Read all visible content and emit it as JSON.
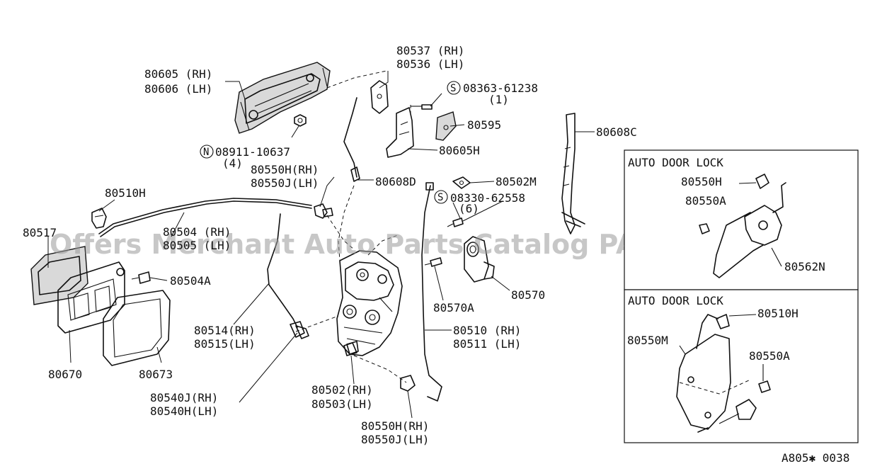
{
  "diagram_id": "A805✱ 0038",
  "watermark": "Offers Merchant Auto Parts Catalog PARTSTORE.SA",
  "labels": {
    "p80605_rh": "80605 (RH)",
    "p80606_lh": "80606 (LH)",
    "p80537_rh": "80537 (RH)",
    "p80536_lh": "80536 (LH)",
    "screw1_code": "08363-61238",
    "screw1_qty": "(1)",
    "p80595": "80595",
    "p80605h": "80605H",
    "p80608c": "80608C",
    "nut_code": "08911-10637",
    "nut_qty": "(4)",
    "p80550h_rh": "80550H(RH)",
    "p80550j_lh": "80550J(LH)",
    "p80608d": "80608D",
    "p80502m": "80502M",
    "screw2_code": "08330-62558",
    "screw2_qty": "(6)",
    "p80510h": "80510H",
    "p80517": "80517",
    "p80504_rh": "80504 (RH)",
    "p80505_lh": "80505 (LH)",
    "p80504a": "80504A",
    "p80570": "80570",
    "p80570a": "80570A",
    "p80514_rh": "80514(RH)",
    "p80515_lh": "80515(LH)",
    "p80510_rh": "80510 (RH)",
    "p80511_lh": "80511 (LH)",
    "p80670": "80670",
    "p80673": "80673",
    "p80540j_rh": "80540J(RH)",
    "p80540h_lh": "80540H(LH)",
    "p80502_rh": "80502(RH)",
    "p80503_lh": "80503(LH)",
    "p80550h_rh_b": "80550H(RH)",
    "p80550j_lh_b": "80550J(LH)"
  },
  "inset_top": {
    "title": "AUTO DOOR LOCK",
    "p80550h": "80550H",
    "p80550a": "80550A",
    "p80562n": "80562N"
  },
  "inset_bottom": {
    "title": "AUTO DOOR LOCK",
    "p80510h": "80510H",
    "p80550m": "80550M",
    "p80550a": "80550A"
  },
  "symbols": {
    "screw": "S",
    "nut": "N"
  }
}
